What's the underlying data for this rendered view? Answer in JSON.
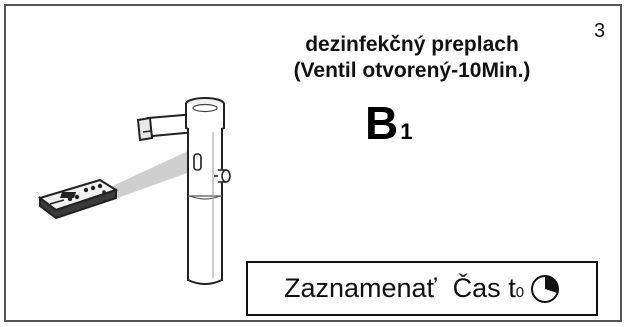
{
  "page_number": "3",
  "title_line1": "dezinfekčný preplach",
  "title_line2": "(Ventil otvorený-10Min.)",
  "step_label": "B",
  "step_subscript": "1",
  "note": {
    "text": "Zaznamenať",
    "time_label": "Čas t",
    "time_subscript": "0",
    "icon": "clock-icon"
  },
  "illustration": {
    "faucet": "faucet-icon",
    "remote": "remote-control-icon"
  }
}
